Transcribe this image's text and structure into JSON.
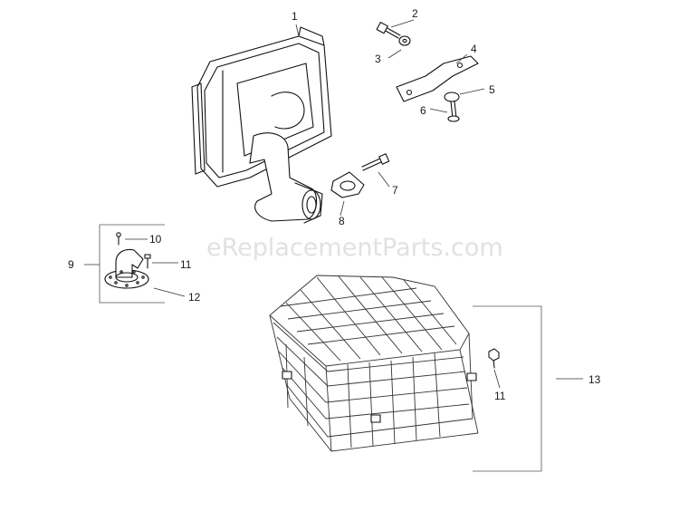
{
  "watermark": "eReplacementParts.com",
  "callouts": {
    "c1": "1",
    "c2": "2",
    "c3": "3",
    "c4": "4",
    "c5": "5",
    "c6": "6",
    "c7": "7",
    "c8": "8",
    "c9": "9",
    "c10": "10",
    "c11a": "11",
    "c12": "12",
    "c13": "13",
    "c11b": "11"
  }
}
